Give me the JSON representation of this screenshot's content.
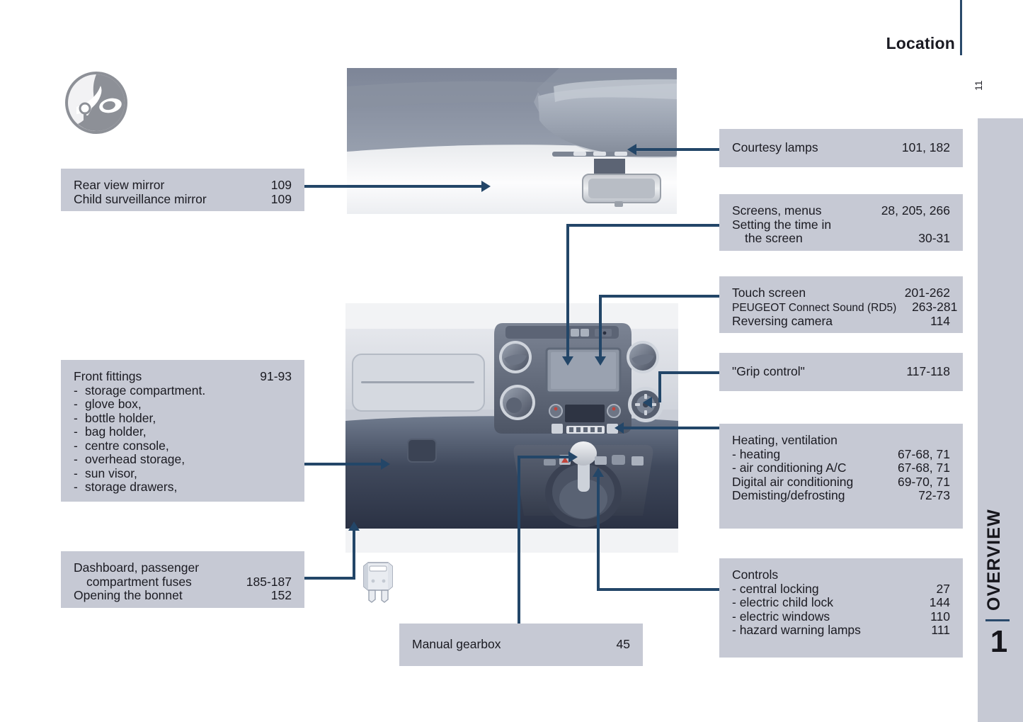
{
  "header": {
    "title": "Location"
  },
  "margin_tab": {
    "folio": "11",
    "section_name": "OVERVIEW",
    "section_number": "1"
  },
  "pictogram": {
    "icon": "hand-key-location-icon"
  },
  "colors": {
    "box_background": "#c6c9d4",
    "leader_line": "#234668",
    "text": "#1b1b22",
    "accent_rule": "#2a4a6b"
  },
  "callouts": {
    "rear_view_mirror": {
      "name": "rear-view-mirror-callout",
      "rows": [
        {
          "label": "Rear view mirror",
          "page": "109"
        },
        {
          "label": "Child surveillance mirror",
          "page": "109"
        }
      ]
    },
    "front_fittings": {
      "name": "front-fittings-callout",
      "title": "Front fittings",
      "title_page": "91-93",
      "items": [
        "storage compartment.",
        "glove box,",
        "bottle holder,",
        "bag holder,",
        "centre console,",
        "overhead storage,",
        "sun visor,",
        "storage drawers,"
      ]
    },
    "fuses": {
      "name": "fuses-callout",
      "rows": [
        {
          "label": "Dashboard, passenger",
          "page": ""
        },
        {
          "label": "compartment fuses",
          "page": "185-187",
          "indent": true
        },
        {
          "label": "Opening the bonnet",
          "page": "152"
        }
      ]
    },
    "manual_gearbox": {
      "name": "manual-gearbox-callout",
      "rows": [
        {
          "label": "Manual gearbox",
          "page": "45"
        }
      ]
    },
    "courtesy_lamps": {
      "name": "courtesy-lamps-callout",
      "rows": [
        {
          "label": "Courtesy lamps",
          "page": "101, 182"
        }
      ]
    },
    "screens_menus": {
      "name": "screens-menus-callout",
      "rows": [
        {
          "label": "Screens, menus",
          "page": "28, 205, 266"
        },
        {
          "label": "Setting the time in",
          "page": ""
        },
        {
          "label": "the screen",
          "page": "30-31",
          "indent": true
        }
      ]
    },
    "touch_screen": {
      "name": "touch-screen-callout",
      "rows": [
        {
          "label": "Touch screen",
          "page": "201-262"
        },
        {
          "label": "PEUGEOT Connect Sound (RD5)",
          "page": "263-281",
          "small": true
        },
        {
          "label": "Reversing camera",
          "page": "114"
        }
      ]
    },
    "grip_control": {
      "name": "grip-control-callout",
      "rows": [
        {
          "label": "\"Grip control\"",
          "page": "117-118"
        }
      ]
    },
    "heating": {
      "name": "heating-ventilation-callout",
      "title": "Heating, ventilation",
      "rows": [
        {
          "label": "-  heating",
          "page": "67-68, 71"
        },
        {
          "label": "-  air conditioning A/C",
          "page": "67-68, 71"
        },
        {
          "label": "Digital air conditioning",
          "page": "69-70, 71"
        },
        {
          "label": "Demisting/defrosting",
          "page": "72-73"
        }
      ]
    },
    "controls": {
      "name": "controls-callout",
      "title": "Controls",
      "rows": [
        {
          "label": "-  central locking",
          "page": "27"
        },
        {
          "label": "-  electric child lock",
          "page": "144"
        },
        {
          "label": "-  electric windows",
          "page": "110"
        },
        {
          "label": "-  hazard warning lamps",
          "page": "111"
        }
      ]
    }
  },
  "figures": {
    "mirror_photo": {
      "name": "rear-view-mirror-photo",
      "caption": "windscreen header with courtesy lamps and interior rear view mirror"
    },
    "dashboard_photo": {
      "name": "dashboard-illustration",
      "caption": "front dashboard with centre console, touch screen, air vents, climate controls and gear lever"
    },
    "fuse_icon": {
      "name": "blade-fuse-icon",
      "caption": "blade fuse"
    }
  }
}
